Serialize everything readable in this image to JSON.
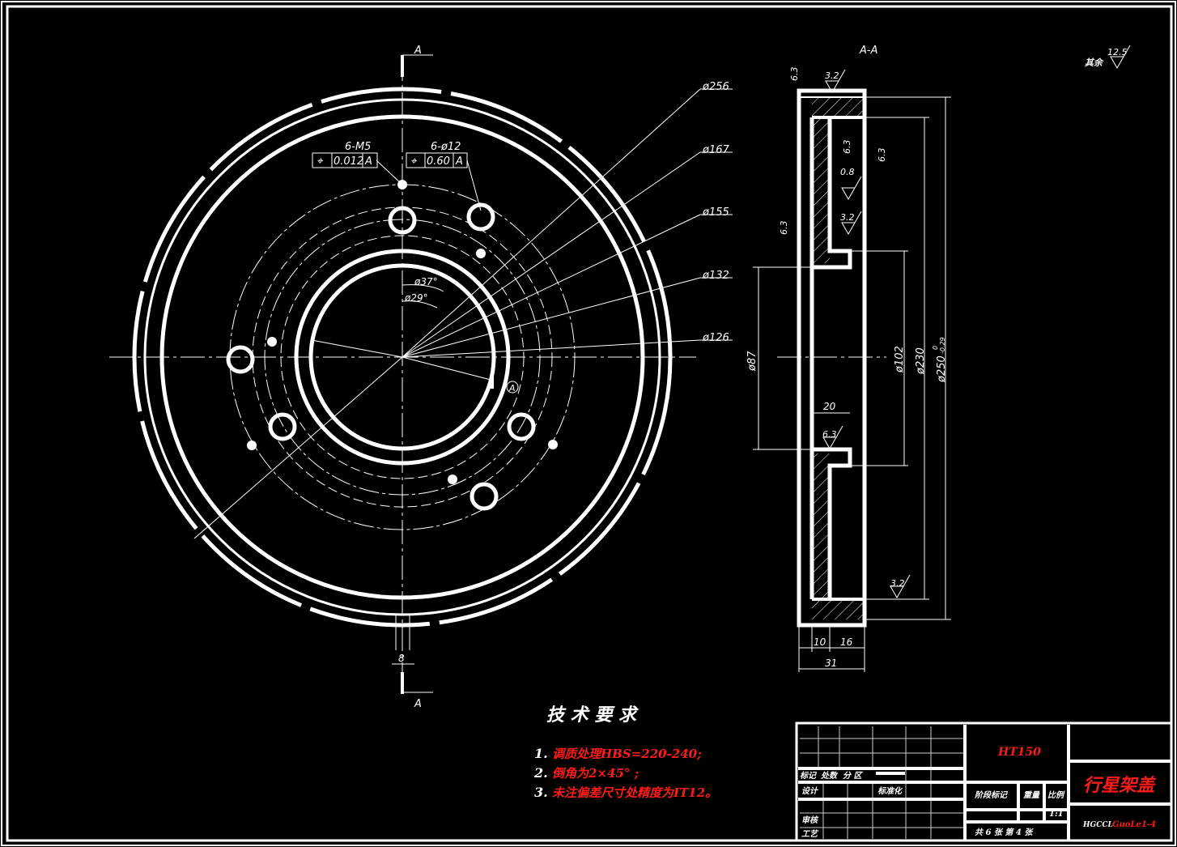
{
  "section_label_top": "A",
  "section_label_bottom": "A",
  "section_view_title": "A-A",
  "front_view": {
    "dims": [
      "ø256",
      "ø167",
      "ø155",
      "ø132",
      "ø126"
    ],
    "tol1": {
      "callout": "6-M5",
      "symbol": "⌖",
      "value": "0.012",
      "datum": "A"
    },
    "tol2": {
      "callout": "6-ø12",
      "symbol": "⌖",
      "value": "0.60",
      "datum": "A"
    },
    "angle1": "ø37°",
    "angle2": "ø29°",
    "datum_mark": "A",
    "slot_width": "8"
  },
  "section_view": {
    "dims": {
      "d87": "ø87",
      "d102": "ø102",
      "d230": "ø230",
      "d250": "ø250",
      "d250_tol_upper": "0",
      "d250_tol_lower": "-0.29",
      "w20": "20",
      "w10": "10",
      "w16": "16",
      "w31": "31"
    },
    "roughness": [
      "6.3",
      "3.2",
      "6.3",
      "6.3",
      "0.8",
      "6.3",
      "3.2",
      "6.3",
      "3.2"
    ]
  },
  "general_roughness": {
    "label": "其余",
    "value": "12.5"
  },
  "tech_requirements": {
    "title": "技 术 要 求",
    "items": [
      {
        "num": "1.",
        "text": "调质处理HBS=220-240;"
      },
      {
        "num": "2.",
        "text": "倒角为2×45°  ;"
      },
      {
        "num": "3.",
        "text": "未注偏差尺寸处精度为IT12。"
      }
    ]
  },
  "title_block": {
    "material": "HT150",
    "part_name": "行星架盖",
    "drawing_no_prefix": "HGCCL",
    "drawing_no": "GuoLe1-4",
    "labels": {
      "mark": "标记",
      "count": "处数",
      "zone": "分  区",
      "design": "设计",
      "standard": "标准化",
      "review": "审核",
      "process": "工艺",
      "stage": "阶段标记",
      "weight": "重量",
      "scale": "比例"
    },
    "scale_value": "1:1",
    "sheets": "共 6 张  第 4 张"
  },
  "colors": {
    "line": "#ffffff",
    "accent": "#ff1a1a",
    "bg": "#000000"
  }
}
